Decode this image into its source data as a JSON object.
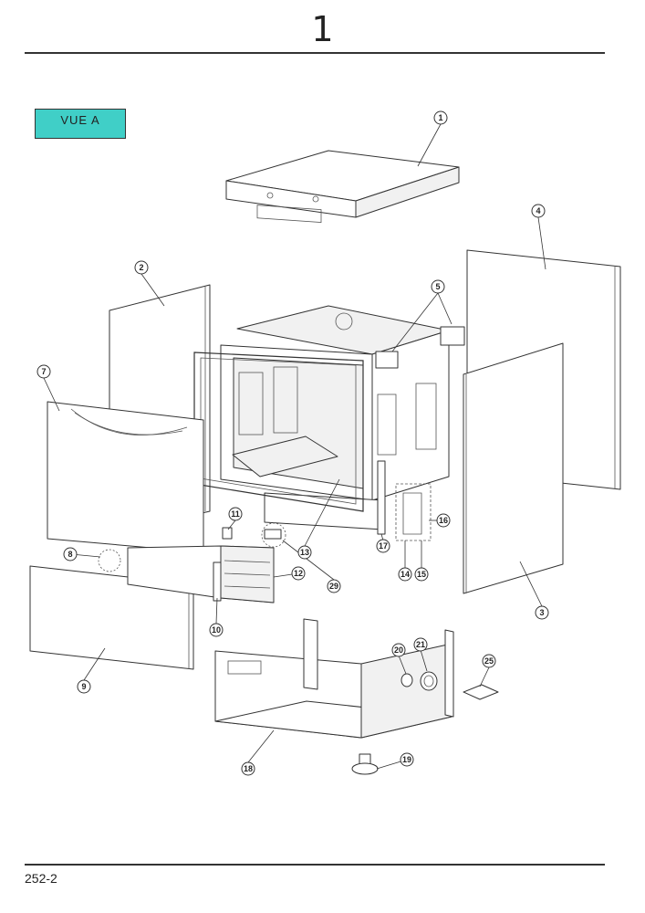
{
  "header": {
    "page_number": "1"
  },
  "view_label": "VUE A",
  "footer": {
    "doc_ref": "252-2"
  },
  "callouts": [
    "1",
    "2",
    "3",
    "4",
    "5",
    "7",
    "8",
    "9",
    "10",
    "11",
    "12",
    "13",
    "14",
    "15",
    "16",
    "17",
    "18",
    "19",
    "20",
    "21",
    "25",
    "29"
  ],
  "colors": {
    "view_label_bg": "#40cfc7",
    "line": "#333333"
  }
}
